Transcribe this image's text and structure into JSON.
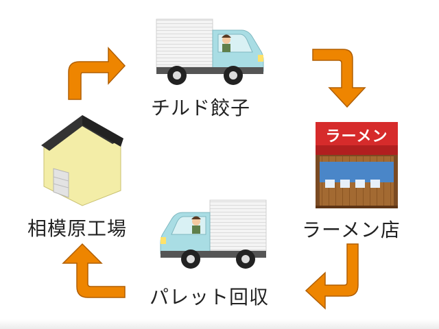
{
  "nodes": {
    "top": "チルド餃子",
    "right": "ラーメン店",
    "bottom": "パレット回収",
    "left": "相模原工場"
  },
  "shop_sign": "ラーメン",
  "colors": {
    "arrow": "#ee8500",
    "arrow_edge": "#b05e00",
    "truck_cab": "#a9dde4",
    "truck_box": "#f2f2f2",
    "shop_red": "#d62b2b",
    "factory_wall": "#f3eda7",
    "factory_roof": "#333333"
  }
}
